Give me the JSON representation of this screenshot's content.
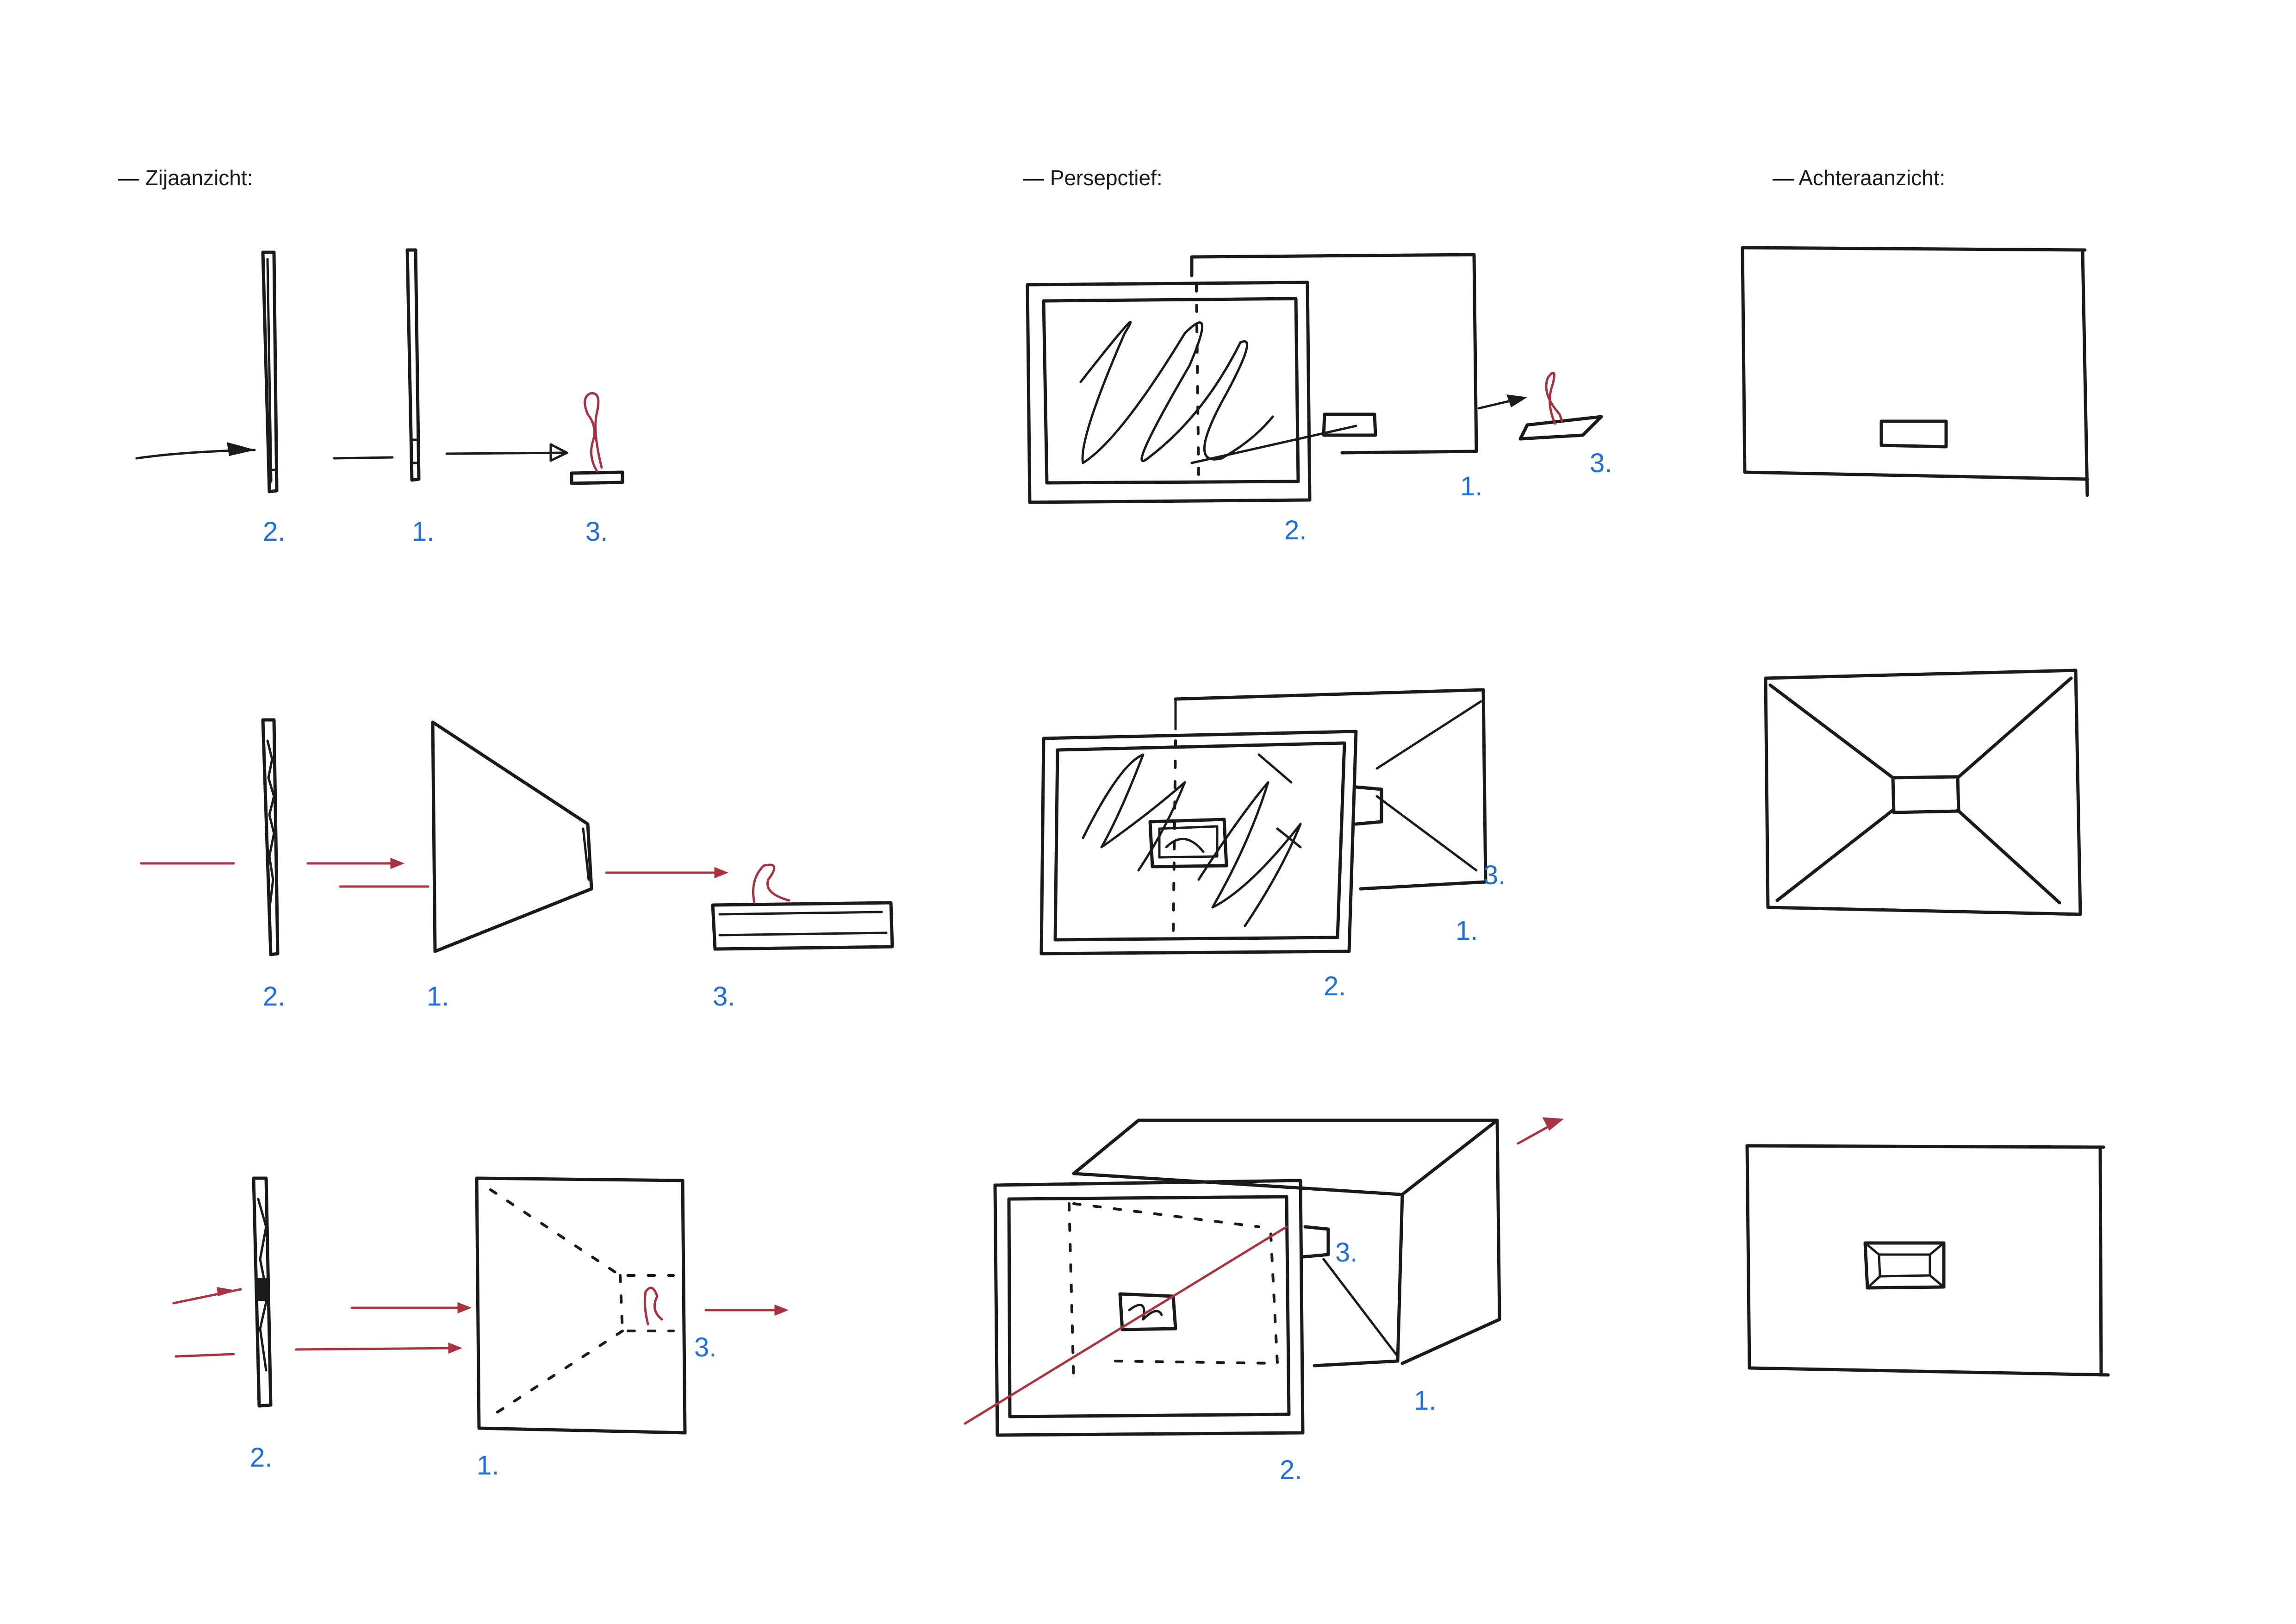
{
  "headings": {
    "side_view": "— Zijaanzicht:",
    "perspective": "— Persepctief:",
    "rear_view": "— Achteraanzicht:"
  },
  "labels": {
    "one": "1.",
    "two": "2.",
    "three": "3."
  },
  "colors": {
    "ink": "#1a1a1a",
    "label_blue": "#1e6fd9",
    "arrow_red": "#a8323f",
    "background": "#ffffff"
  }
}
